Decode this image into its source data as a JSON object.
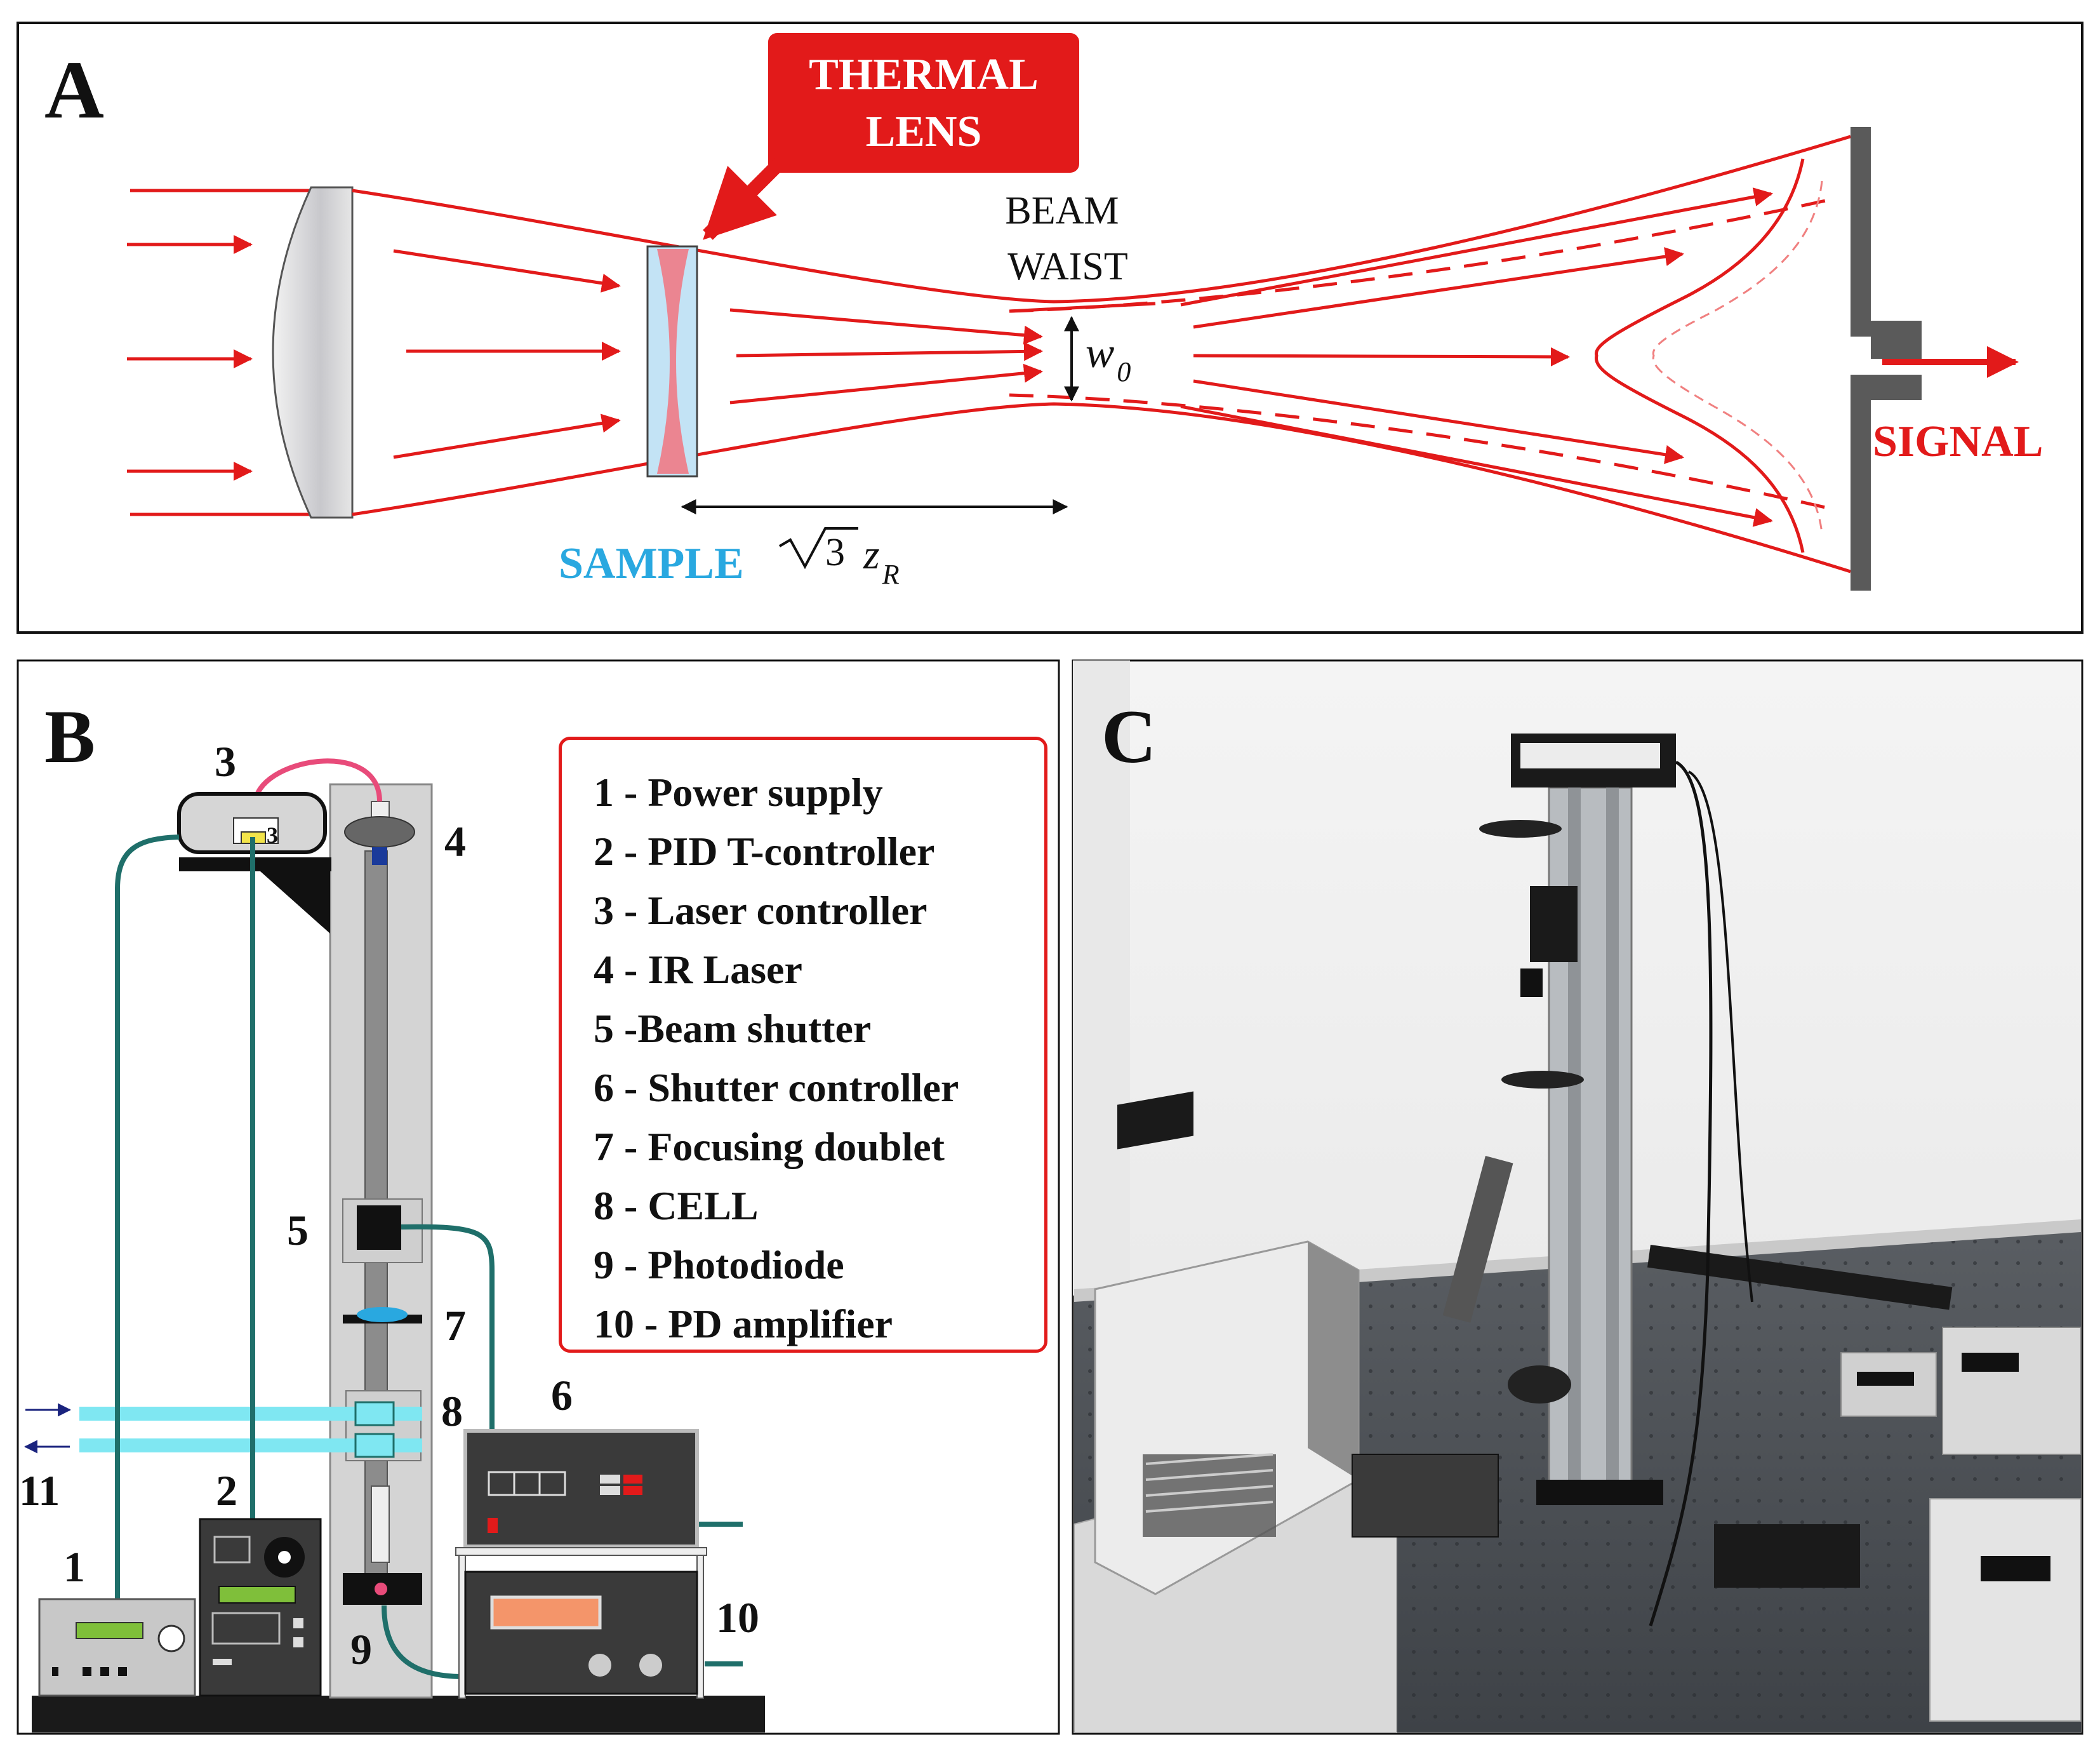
{
  "panel_a": {
    "label": "A",
    "thermal_lens_label_line1": "THERMAL",
    "thermal_lens_label_line2": "LENS",
    "beam_waist_line1": "BEAM",
    "beam_waist_line2": "WAIST",
    "waist_symbol": "w",
    "waist_subscript": "0",
    "signal_label": "SIGNAL",
    "sample_label": "SAMPLE",
    "distance_root": "3",
    "distance_symbol": "z",
    "distance_subscript": "R"
  },
  "panel_b": {
    "label": "B",
    "legend": [
      "1 - Power supply",
      "2 - PID T-controller",
      "3 - Laser controller",
      "4 - IR Laser",
      "5 -Beam shutter",
      "6 - Shutter controller",
      "7 - Focusing doublet",
      "8 - CELL",
      "9 - Photodiode",
      "10 - PD amplifier"
    ],
    "component_numbers": {
      "n1": "1",
      "n2": "2",
      "n3": "3",
      "n3_small": "3",
      "n4": "4",
      "n5": "5",
      "n6": "6",
      "n7": "7",
      "n8": "8",
      "n9": "9",
      "n10": "10",
      "n11": "11"
    }
  },
  "panel_c": {
    "label": "C"
  },
  "colors": {
    "beam_red": "#e21a1a",
    "cable_teal": "#1f6f6a",
    "cooling_cyan": "#7fe7f2",
    "sample_blue": "#29a8e0",
    "frame_gray": "#d4d4d4",
    "rail_gray": "#8c8c8c"
  }
}
